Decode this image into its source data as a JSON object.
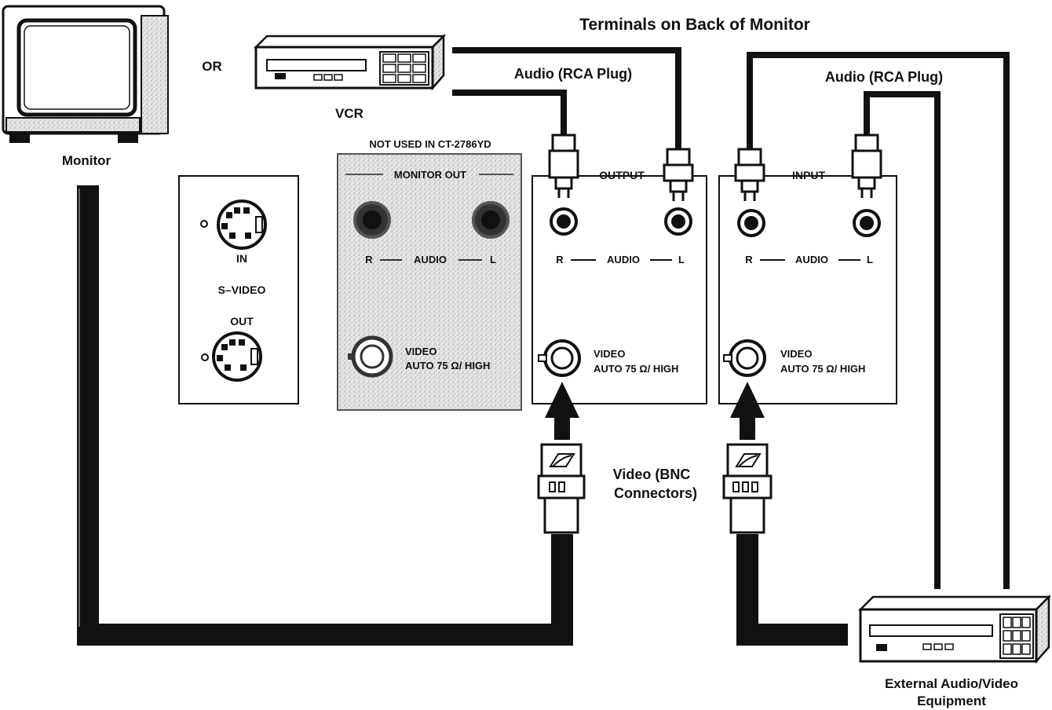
{
  "labels": {
    "title": "Terminals on Back of Monitor",
    "monitor": "Monitor",
    "or": "OR",
    "vcr": "VCR",
    "audio_rca_left": "Audio (RCA Plug)",
    "audio_rca_right": "Audio (RCA Plug)",
    "not_used": "NOT USED IN CT-2786YD",
    "video_bnc_line1": "Video (BNC",
    "video_bnc_line2": "Connectors)",
    "external_line1": "External Audio/Video",
    "external_line2": "Equipment"
  },
  "svideo_panel": {
    "in": "IN",
    "title": "S–VIDEO",
    "out": "OUT"
  },
  "monitor_out_panel": {
    "header": "MONITOR OUT",
    "r": "R",
    "audio": "AUDIO",
    "l": "L",
    "video_line1": "VIDEO",
    "video_line2": "AUTO 75 Ω/ HIGH"
  },
  "output_panel": {
    "header": "OUTPUT",
    "r": "R",
    "audio": "AUDIO",
    "l": "L",
    "video_line1": "VIDEO",
    "video_line2": "AUTO 75 Ω/ HIGH"
  },
  "input_panel": {
    "header": "INPUT",
    "r": "R",
    "audio": "AUDIO",
    "l": "L",
    "video_line1": "VIDEO",
    "video_line2": "AUTO 75 Ω/ HIGH"
  }
}
